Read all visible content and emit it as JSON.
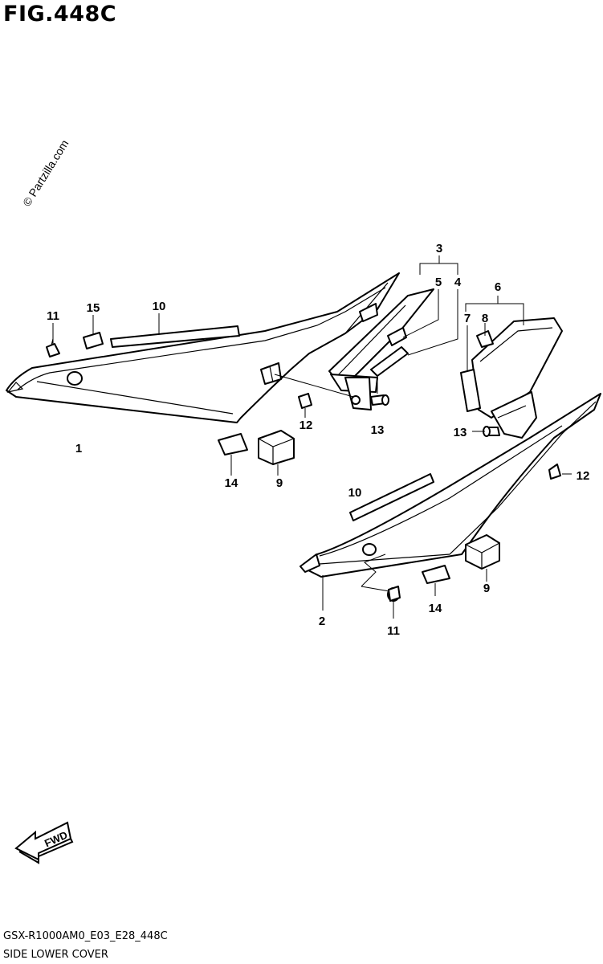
{
  "figure": {
    "title": "FIG.448C"
  },
  "watermark": "© Partzilla.com",
  "callouts": {
    "c1": "1",
    "c2": "2",
    "c3": "3",
    "c4": "4",
    "c5": "5",
    "c6": "6",
    "c7": "7",
    "c8": "8",
    "c9a": "9",
    "c9b": "9",
    "c10a": "10",
    "c10b": "10",
    "c11a": "11",
    "c11b": "11",
    "c12a": "12",
    "c12b": "12",
    "c13a": "13",
    "c13b": "13",
    "c14a": "14",
    "c14b": "14",
    "c15": "15"
  },
  "fwd_arrow": {
    "label": "FWD",
    "icon": "forward-arrow-icon"
  },
  "footer": {
    "code": "GSX-R1000AM0_E03_E28_448C",
    "name": "SIDE LOWER COVER"
  }
}
